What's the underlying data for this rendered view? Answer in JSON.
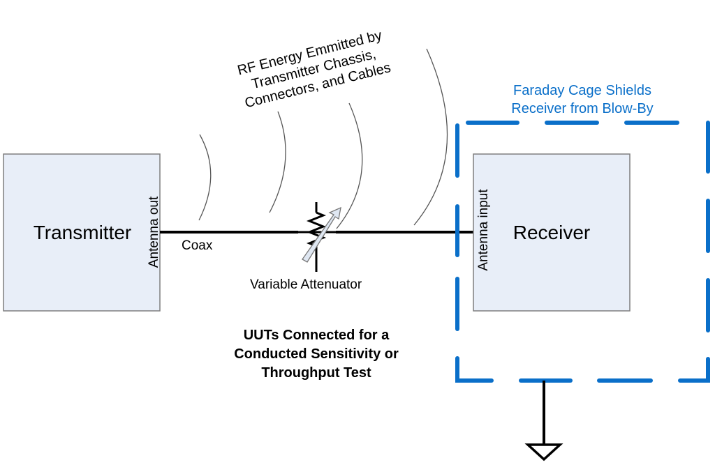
{
  "diagram": {
    "rf_note": {
      "lines": [
        "RF Energy Emmitted by",
        "Transmitter Chassis,",
        "Connectors, and Cables"
      ]
    },
    "transmitter": {
      "label": "Transmitter",
      "port_label": "Antenna out"
    },
    "cable": {
      "label": "Coax"
    },
    "attenuator": {
      "label": "Variable Attenuator"
    },
    "receiver": {
      "label": "Receiver",
      "port_label": "Antenna input"
    },
    "faraday_cage": {
      "lines": [
        "Faraday Cage Shields",
        "Receiver from Blow-By"
      ],
      "color": "#0a6fc9"
    },
    "caption": {
      "lines": [
        "UUTs Connected for a",
        "Conducted Sensitivity or",
        "Throughput Test"
      ]
    },
    "ground": {
      "symbol": "ground-icon"
    },
    "colors": {
      "box_fill": "#e8eef8",
      "box_stroke": "#7f7f7f",
      "cage_blue": "#0a6fc9"
    }
  }
}
